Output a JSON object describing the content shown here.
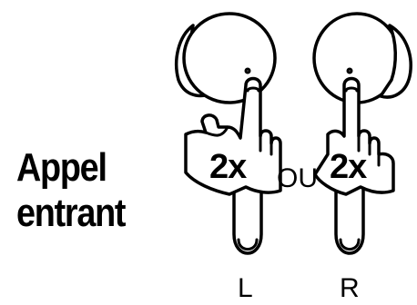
{
  "instruction": {
    "line1": "Appel",
    "line2": "entrant"
  },
  "left_earbud": {
    "gesture": "2x",
    "side_label": "L"
  },
  "right_earbud": {
    "gesture": "2x",
    "side_label": "R"
  },
  "conjunction": "OU",
  "colors": {
    "ink": "#000000",
    "paper": "#ffffff"
  },
  "icons": [
    "left-earbud-icon",
    "right-earbud-icon",
    "left-hand-tap-icon",
    "right-hand-tap-icon"
  ]
}
